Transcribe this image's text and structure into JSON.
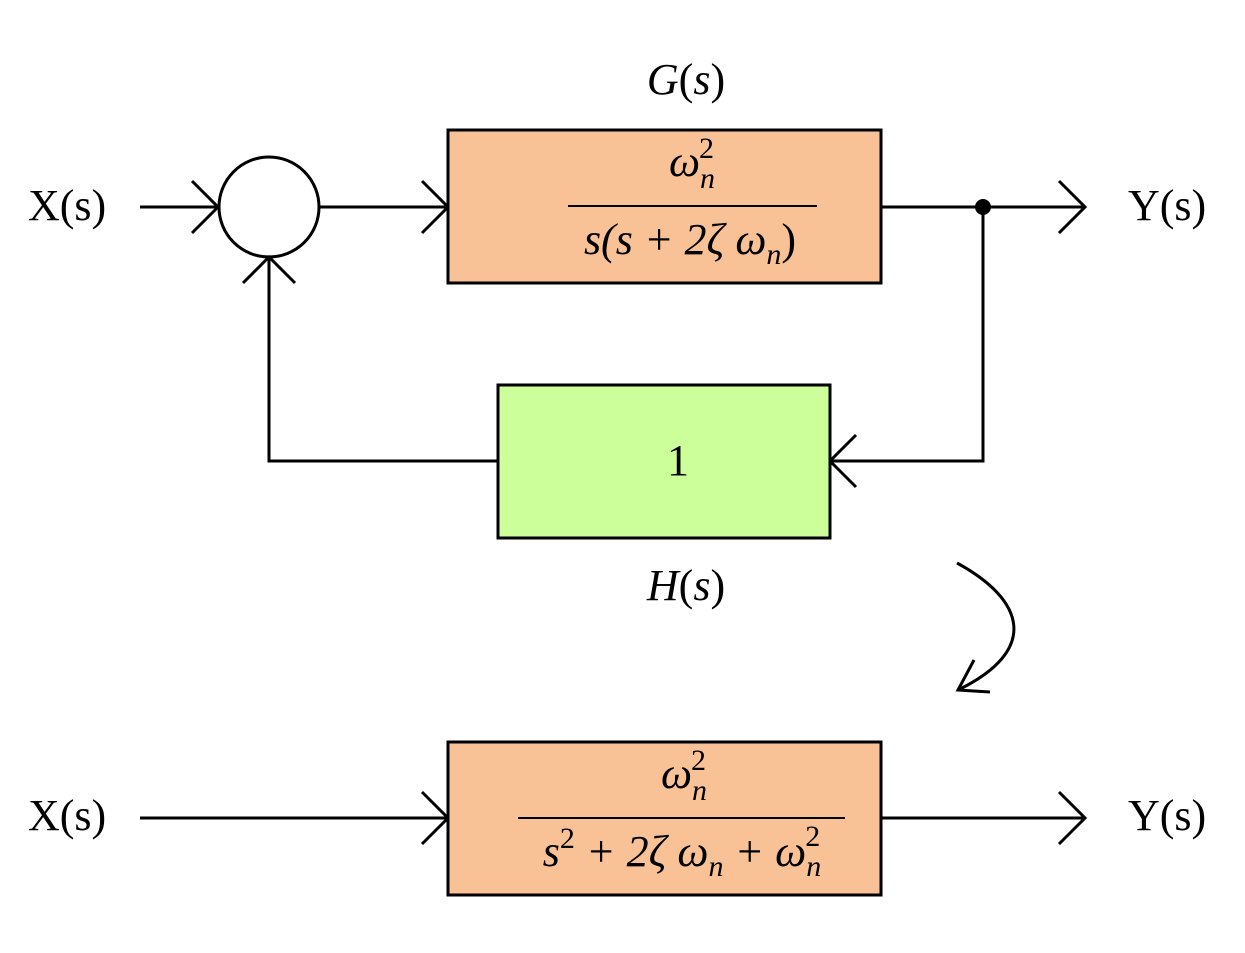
{
  "top_diagram": {
    "input_label": "X(s)",
    "output_label": "Y(s)",
    "forward_block": {
      "name": "G(s)",
      "numerator": {
        "base": "ω",
        "sub": "n",
        "sup": "2"
      },
      "denominator": {
        "pre": "s(s + 2ζ ω",
        "sub": "n",
        "post": ")"
      },
      "color": "#F9C196"
    },
    "feedback_block": {
      "name": "H(s)",
      "value": "1",
      "color": "#CCFF99"
    }
  },
  "bottom_diagram": {
    "input_label": "X(s)",
    "output_label": "Y(s)",
    "block": {
      "numerator": {
        "base": "ω",
        "sub": "n",
        "sup": "2"
      },
      "denominator": {
        "s": "s",
        "s_sup": "2",
        "mid": " + 2ζ ω",
        "mid_sub": "n",
        "plus": " + ω",
        "end_sub": "n",
        "end_sup": "2"
      },
      "color": "#F9C196"
    }
  }
}
